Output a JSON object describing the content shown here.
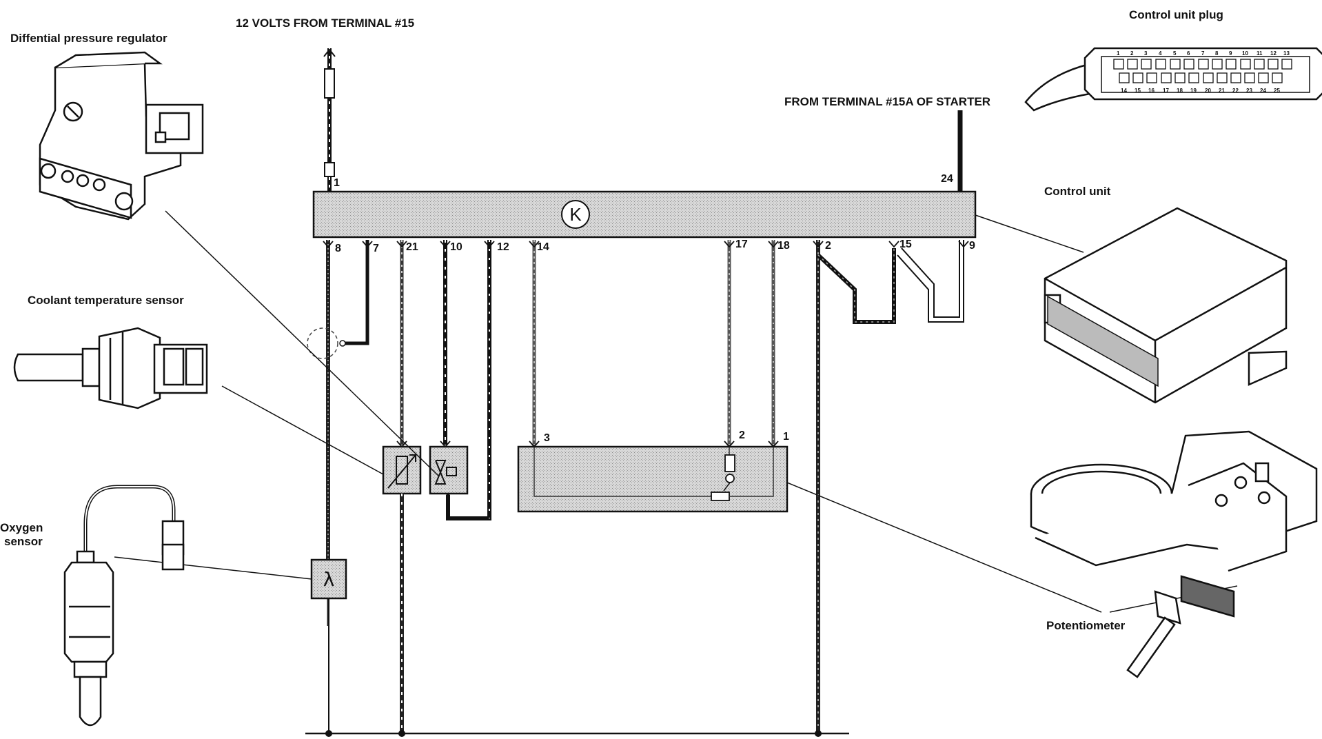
{
  "labels": {
    "supply": "12 VOLTS FROM TERMINAL #15",
    "starter": "FROM TERMINAL #15A OF STARTER",
    "diff_pressure_regulator": "Diffential pressure regulator",
    "coolant_sensor": "Coolant temperature sensor",
    "oxygen_sensor_line1": "Oxygen",
    "oxygen_sensor_line2": "sensor",
    "control_unit_plug": "Control unit plug",
    "control_unit": "Control unit",
    "potentiometer": "Potentiometer"
  },
  "control_unit_box": {
    "symbol": "K",
    "pins_top": [
      "1",
      "24"
    ],
    "pins_bottom": [
      "8",
      "7",
      "21",
      "10",
      "12",
      "14",
      "17",
      "18",
      "2",
      "15",
      "9"
    ]
  },
  "potentiometer_box": {
    "pins": [
      "3",
      "2",
      "1"
    ]
  },
  "lambda_symbol": "λ",
  "plug_pins": {
    "top_row": [
      "1",
      "2",
      "3",
      "4",
      "5",
      "6",
      "7",
      "8",
      "9",
      "10",
      "11",
      "12",
      "13"
    ],
    "bottom_row": [
      "14",
      "15",
      "16",
      "17",
      "18",
      "19",
      "20",
      "21",
      "22",
      "23",
      "24",
      "25"
    ]
  }
}
